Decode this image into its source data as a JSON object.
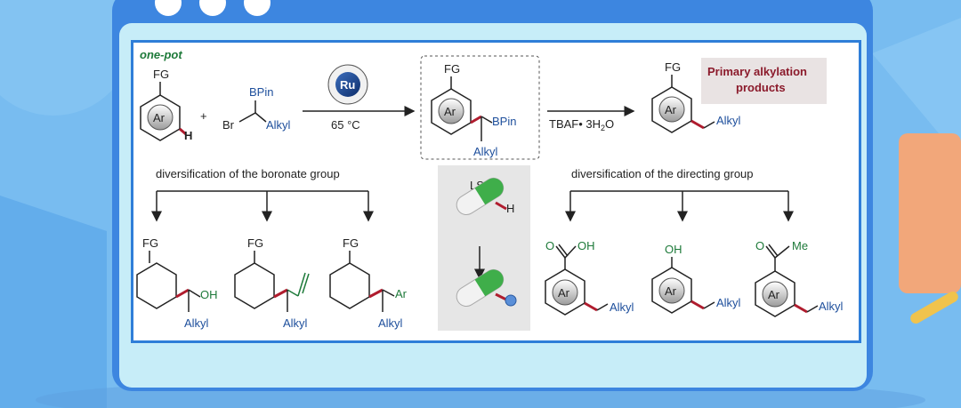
{
  "header": {
    "label": "one-pot"
  },
  "reaction": {
    "fg": "FG",
    "ar": "Ar",
    "h": "H",
    "plus": "+",
    "br": "Br",
    "bpin": "BPin",
    "alkyl": "Alkyl",
    "catalyst": "Ru",
    "temperature": "65 °C",
    "reagent": "TBAF",
    "reagent_hydrate": "• 3H",
    "reagent_sub": "2",
    "reagent_o": "O",
    "product_label_line1": "Primary alkylation",
    "product_label_line2": "products"
  },
  "boronate_section": {
    "title": "diversification of the boronate group",
    "oh": "OH",
    "ar": "Ar"
  },
  "lsf": {
    "title": "LSF",
    "h": "H"
  },
  "directing_section": {
    "title": "diversification of the directing group",
    "o": "O",
    "oh": "OH",
    "me": "Me"
  },
  "colors": {
    "frame": "#3d86e0",
    "panel_border": "#2f7ed8",
    "bond_red": "#b01c2e",
    "blue_text": "#1e4f9c",
    "green_text": "#1e7a3a",
    "product_box": "#e9e3e3"
  }
}
